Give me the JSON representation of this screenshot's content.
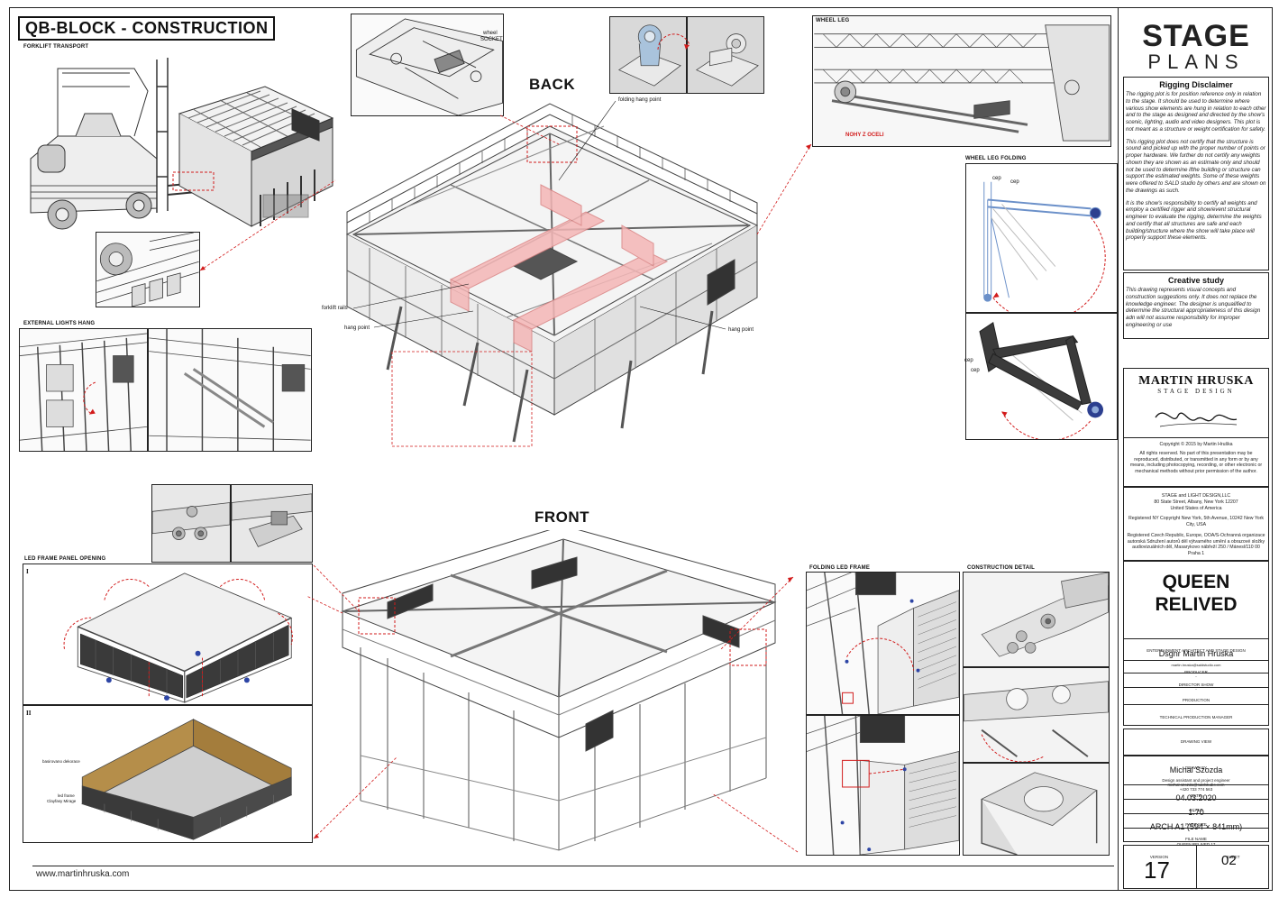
{
  "sheet": {
    "title": "QB-BLOCK - CONSTRUCTION",
    "footer_url": "www.martinhruska.com"
  },
  "sections": {
    "forklift_transport": "FORKLIFT TRANSPORT",
    "external_lights_hang": "EXTERNAL LIGHTS HANG",
    "led_frame_panel_opening": "LED FRAME PANEL OPENING",
    "wheel_leg": "WHEEL LEG",
    "wheel_leg_folding": "WHEEL LEG FOLDING",
    "folding_led_frame": "FOLDING LED FRAME",
    "construction_detail": "CONSTRUCTION DETAIL",
    "back": "BACK",
    "front": "FRONT"
  },
  "annotations": {
    "wheel_socket_1": "wheel",
    "wheel_socket_2": "SOCKET",
    "folding_hang_point": "folding hang point",
    "forklift_rails": "forklift rails",
    "hang_point_left": "hang point",
    "hang_point_right": "hang point",
    "nohy_z_oceli": "NOHY Z OCELI",
    "cep_1": "cep",
    "cep_2": "cep",
    "cep_3": "cep",
    "cep_4": "cep",
    "roman_1": "I",
    "roman_2": "II",
    "led_note_1": "basirovano dekorace",
    "led_note_2a": "led frame",
    "led_note_2b": "Clayfasy Mirage"
  },
  "title_block": {
    "logo_stage": "STAGE",
    "logo_plans": "PLANS",
    "rigging_disclaimer_title": "Rigging Disclaimer",
    "rigging_disclaimer_p1": "The rigging plot is for position reference only in relation to the stage. It should be used to determine where various show elements are hung in relation to each other and to the stage as designed and directed by the show's scenic, lighting, audio and video designers. This plot is not meant as a structure or weight certification for safety.",
    "rigging_disclaimer_p2": "This rigging plot does not certify that the structure is sound and picked up with the proper number of points or proper hardware. We further do not certify any weights shown they are shown as an estimate only and should not be used to determine ifthe building or structure can support the estimated weights. Some of these weights were offered to SALD studio by others and are shown on the drawings as such.",
    "rigging_disclaimer_p3": "It is the show's responsibility to certify all weights and employ a certified rigger and show/event structural engineer to evaluate the rigging, determine the weights and certify that all structures are safe and each building/structure where the show will take place will properly support these elements.",
    "creative_study_title": "Creative study",
    "creative_study_text": "This drawing represents visual concepts and construction suggestions only. It does not replace the knowledge engineer. The designer is unqualified to determine the structural appropriateness of this design adn will not assume responsibility for improper engineering or use",
    "designer_logo": "MARTIN HRUSKA",
    "designer_logo_sub": "STAGE DESIGN",
    "copyright_1": "Copyright © 2015 by Martin Hruška",
    "copyright_2": "All rights reserved. No part of this presentation may be reproduced, distributed, or transmitted in any form or by any means, including photocopying, recording, or other electronic or mechanical methods without prior permission of the author.",
    "address_1": "STAGE and LIGHT DESIGN,LLC",
    "address_2": "80 State Street, Albany, New York 12207",
    "address_3": "United States of America",
    "address_4": "Registered NY Copyright New York, 5th Avenue, 10242 New York City, USA",
    "address_5": "Registered Czech Republic, Europe, OOA/S-Ochranná organizace autorská Sdružení autorů děl výtvarného umění a obrazové složky audiovizuálních děl, Masarykovo nábřeží 250 / Mánesl/110 00 Praha 1",
    "project_line1": "QUEEN",
    "project_line2": "RELIVED",
    "cap_architect": "ENTERTAINMENT ARCHITECT AND STAGE DESIGN",
    "val_architect": "Dsgnr Martin Hruska",
    "val_architect_email": "martin.hruska@saldstudio.com",
    "cap_producer": "PRODUCER",
    "val_producer": "-",
    "cap_director": "DIRECTOR SHOW",
    "val_director": "-",
    "cap_production": "PRODUCTION",
    "val_production": "-",
    "cap_tech": "TECHNICAL PRODUCTION MANAGER",
    "cap_drawing_view": "DRAWING VIEW",
    "cap_drawn_by": "DRAWN BY",
    "val_drawn_by": "Michal Szozda",
    "val_drawn_by_role": "Design assistant and project engineer",
    "val_drawn_by_email": "michal.szozda@saldstudio.com",
    "val_drawn_by_phone": "+420 733 774 563",
    "cap_date": "DATE",
    "val_date": "04.03.2020",
    "cap_scale": "SCALE",
    "val_scale": "1:70",
    "cap_page_size": "PAGE SIZE",
    "val_page_size": "ARCH A1 (594 × 841mm)",
    "cap_file_name": "FILE NAME",
    "val_file_name": "QUEEN RELIVED 17",
    "cap_version": "VERSION",
    "val_version": "17",
    "cap_sheet": "SHEET",
    "val_sheet": "02"
  }
}
